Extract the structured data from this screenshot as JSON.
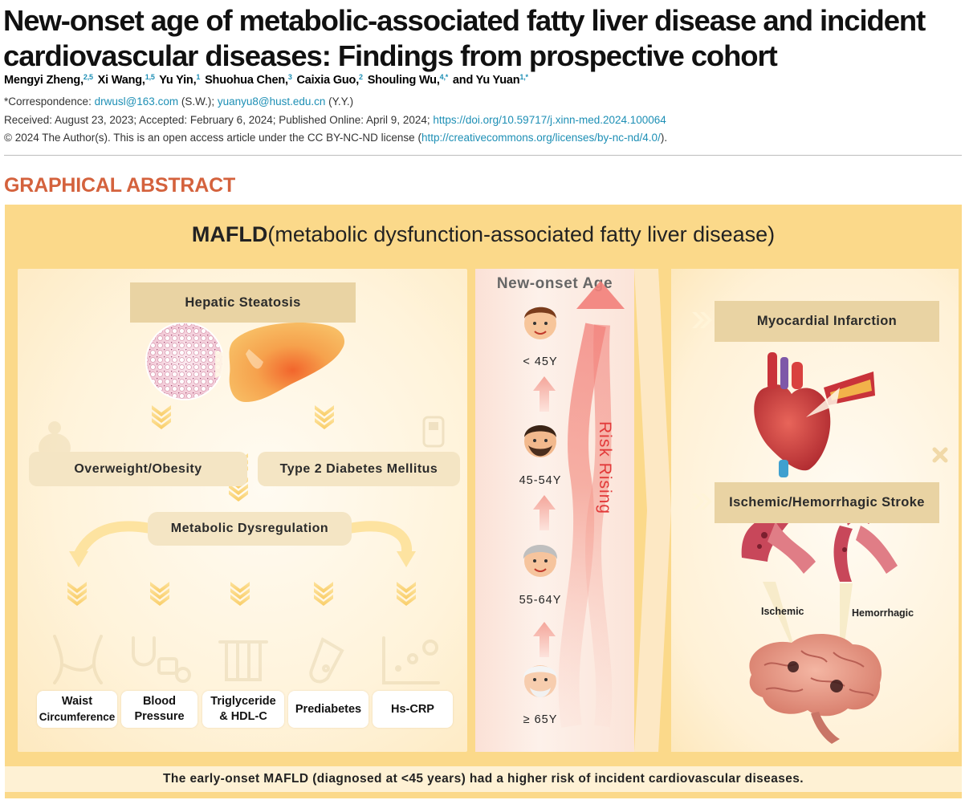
{
  "article": {
    "title": "New-onset age of metabolic-associated fatty liver disease and incident cardiovascular diseases: Findings from prospective cohort",
    "authors": [
      {
        "name": "Mengyi Zheng,",
        "aff": "2,5"
      },
      {
        "name": "Xi Wang,",
        "aff": "1,5"
      },
      {
        "name": "Yu Yin,",
        "aff": "1"
      },
      {
        "name": "Shuohua Chen,",
        "aff": "3"
      },
      {
        "name": "Caixia Guo,",
        "aff": "2"
      },
      {
        "name": "Shouling Wu,",
        "aff": "4,*"
      },
      {
        "name": "and Yu Yuan",
        "aff": "1,*"
      }
    ],
    "correspondence": {
      "prefix": "*Correspondence: ",
      "email1": "drwusl@163.com",
      "mid": " (S.W.); ",
      "email2": "yuanyu8@hust.edu.cn",
      "suffix": " (Y.Y.)"
    },
    "dates": {
      "text": "Received: August 23, 2023; Accepted: February 6, 2024; Published Online: April 9, 2024; ",
      "doi": "https://doi.org/10.59717/j.xinn-med.2024.100064"
    },
    "license": {
      "prefix": "© 2024 The Author(s). This is an open access article under the CC BY-NC-ND license (",
      "url": "http://creativecommons.org/licenses/by-nc-nd/4.0/",
      "suffix": ")."
    }
  },
  "graphical_abstract": {
    "heading": "GRAPHICAL ABSTRACT",
    "title_bold": "MAFLD",
    "title_rest": "(metabolic dysfunction-associated fatty liver disease)",
    "left": {
      "hepatic": "Hepatic Steatosis",
      "obesity": "Overweight/Obesity",
      "diabetes": "Type 2 Diabetes Mellitus",
      "dysregulation": "Metabolic Dysregulation",
      "metrics": [
        {
          "l1": "Waist",
          "l2": "Circumference"
        },
        {
          "l1": "Blood",
          "l2": "Pressure"
        },
        {
          "l1": "Triglyceride",
          "l2": "& HDL-C"
        },
        {
          "l1": "Prediabetes",
          "l2": ""
        },
        {
          "l1": "Hs-CRP",
          "l2": ""
        }
      ]
    },
    "middle": {
      "title": "New-onset Age",
      "ages": [
        "< 45Y",
        "45-54Y",
        "55-64Y",
        "≥ 65Y"
      ],
      "risk": "Risk Rising"
    },
    "right": {
      "mi": "Myocardial Infarction",
      "stroke": "Ischemic/Hemorrhagic Stroke",
      "ischemic": "Ischemic",
      "hemorrhagic": "Hemorrhagic"
    },
    "footer": "The early-onset MAFLD (diagnosed at <45 years) had a higher risk of incident cardiovascular diseases."
  },
  "colors": {
    "accent_orange": "#d4623d",
    "link_blue": "#1d8fb5",
    "risk_red": "#e23a3a",
    "frame": "#fbd98a"
  }
}
